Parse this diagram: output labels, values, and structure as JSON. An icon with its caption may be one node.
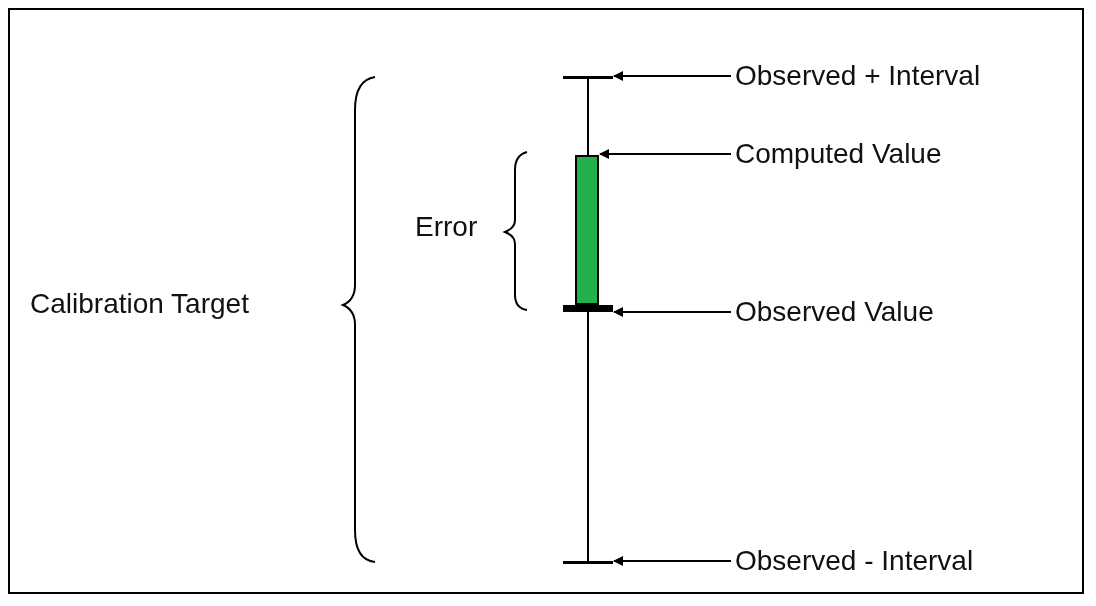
{
  "diagram": {
    "nodes": [
      {
        "text": [
          "Observed + Interval"
        ]
      },
      {
        "text": [],
        "shape": "bar"
      },
      {
        "text": [
          "Computed Value"
        ]
      },
      {
        "text": [],
        "shape": "bar"
      },
      {
        "text": [
          "Observed Value"
        ]
      },
      {
        "text": [],
        "shape": "bar"
      },
      {
        "text": [
          "Observed - Interval"
        ]
      },
      {
        "text": [],
        "shape": "bar"
      }
    ],
    "edges": [
      {
        "from": 0,
        "to": 1,
        "arrow": "to"
      },
      {
        "from": 2,
        "to": 3,
        "arrow": "to"
      },
      {
        "from": 4,
        "to": 5,
        "arrow": "to"
      },
      {
        "from": 6,
        "to": 7,
        "arrow": "to"
      },
      {
        "from": 1,
        "to": 3,
        "arrow": "none"
      },
      {
        "from": 5,
        "to": 7,
        "arrow": "none"
      }
    ],
    "labels": [
      "Calibration Target",
      "Error"
    ]
  }
}
